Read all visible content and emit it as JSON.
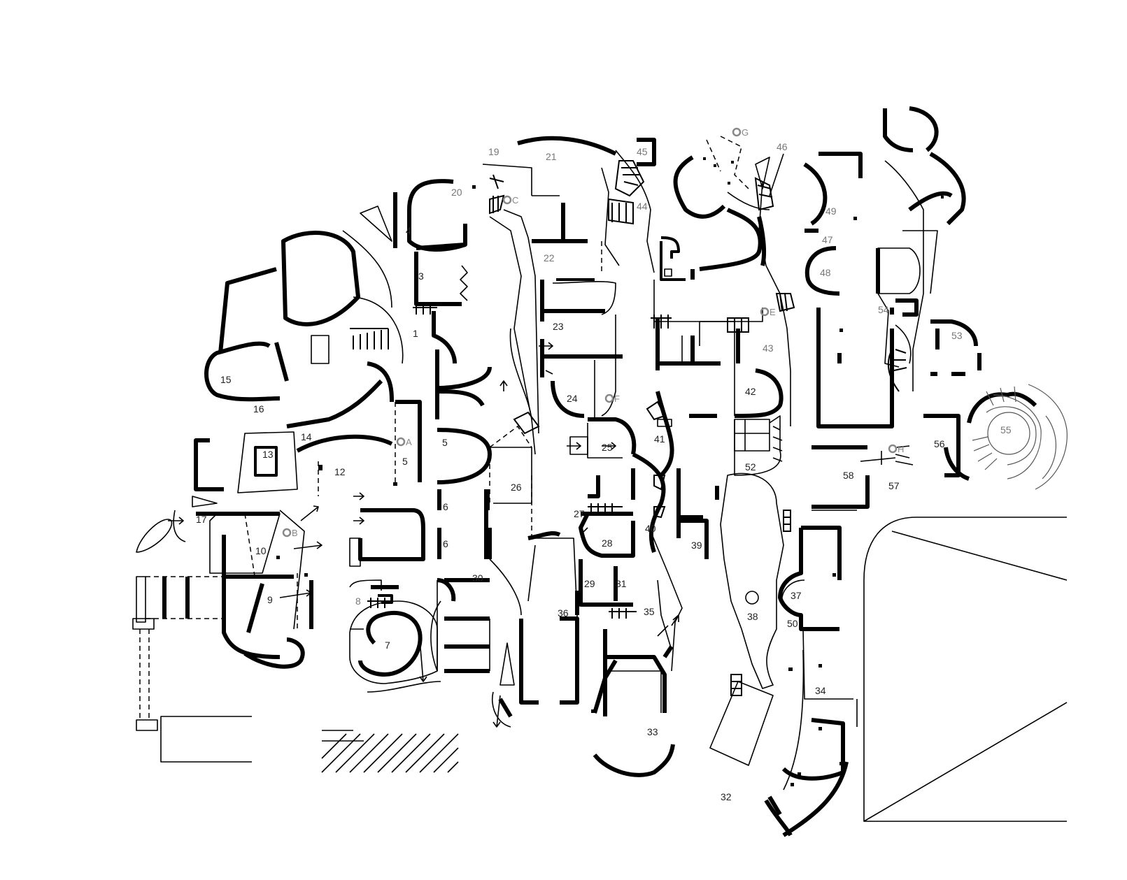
{
  "floor_plan": {
    "rooms": [
      {
        "id": "r1",
        "label": "1",
        "gray": false
      },
      {
        "id": "r3",
        "label": "3",
        "gray": false
      },
      {
        "id": "r4",
        "label": "4",
        "gray": false
      },
      {
        "id": "r5a",
        "label": "5",
        "gray": false
      },
      {
        "id": "r5b",
        "label": "5",
        "gray": false
      },
      {
        "id": "r6a",
        "label": "6",
        "gray": false
      },
      {
        "id": "r6b",
        "label": "6",
        "gray": false
      },
      {
        "id": "r7",
        "label": "7",
        "gray": false
      },
      {
        "id": "r8",
        "label": "8",
        "gray": true
      },
      {
        "id": "r9",
        "label": "9",
        "gray": false
      },
      {
        "id": "r10",
        "label": "10",
        "gray": false
      },
      {
        "id": "r12",
        "label": "12",
        "gray": false
      },
      {
        "id": "r13",
        "label": "13",
        "gray": false
      },
      {
        "id": "r14",
        "label": "14",
        "gray": false
      },
      {
        "id": "r15",
        "label": "15",
        "gray": false
      },
      {
        "id": "r16",
        "label": "16",
        "gray": false
      },
      {
        "id": "r17",
        "label": "17",
        "gray": false
      },
      {
        "id": "r19",
        "label": "19",
        "gray": true
      },
      {
        "id": "r20",
        "label": "20",
        "gray": true
      },
      {
        "id": "r21",
        "label": "21",
        "gray": true
      },
      {
        "id": "r22",
        "label": "22",
        "gray": true
      },
      {
        "id": "r23",
        "label": "23",
        "gray": false
      },
      {
        "id": "r24",
        "label": "24",
        "gray": false
      },
      {
        "id": "r25",
        "label": "25",
        "gray": false
      },
      {
        "id": "r26",
        "label": "26",
        "gray": false
      },
      {
        "id": "r27",
        "label": "27",
        "gray": false
      },
      {
        "id": "r28",
        "label": "28",
        "gray": false
      },
      {
        "id": "r29",
        "label": "29",
        "gray": false
      },
      {
        "id": "r30",
        "label": "30",
        "gray": false
      },
      {
        "id": "r31",
        "label": "31",
        "gray": false
      },
      {
        "id": "r32",
        "label": "32",
        "gray": false
      },
      {
        "id": "r33",
        "label": "33",
        "gray": false
      },
      {
        "id": "r34",
        "label": "34",
        "gray": false
      },
      {
        "id": "r35",
        "label": "35",
        "gray": false
      },
      {
        "id": "r36",
        "label": "36",
        "gray": false
      },
      {
        "id": "r37",
        "label": "37",
        "gray": false
      },
      {
        "id": "r38",
        "label": "38",
        "gray": false
      },
      {
        "id": "r39",
        "label": "39",
        "gray": false
      },
      {
        "id": "r40",
        "label": "40",
        "gray": false
      },
      {
        "id": "r41",
        "label": "41",
        "gray": false
      },
      {
        "id": "r42",
        "label": "42",
        "gray": false
      },
      {
        "id": "r43",
        "label": "43",
        "gray": true
      },
      {
        "id": "r44",
        "label": "44",
        "gray": true
      },
      {
        "id": "r45",
        "label": "45",
        "gray": true
      },
      {
        "id": "r46",
        "label": "46",
        "gray": true
      },
      {
        "id": "r47",
        "label": "47",
        "gray": true
      },
      {
        "id": "r48",
        "label": "48",
        "gray": true
      },
      {
        "id": "r49",
        "label": "49",
        "gray": true
      },
      {
        "id": "r50",
        "label": "50",
        "gray": false
      },
      {
        "id": "r52",
        "label": "52",
        "gray": false
      },
      {
        "id": "r53",
        "label": "53",
        "gray": true
      },
      {
        "id": "r54",
        "label": "54",
        "gray": true
      },
      {
        "id": "r55",
        "label": "55",
        "gray": true
      },
      {
        "id": "r56",
        "label": "56",
        "gray": false
      },
      {
        "id": "r57",
        "label": "57",
        "gray": false
      },
      {
        "id": "r58",
        "label": "58",
        "gray": false
      }
    ],
    "markers": [
      {
        "id": "mA",
        "letter": "A"
      },
      {
        "id": "mB",
        "letter": "B"
      },
      {
        "id": "mC",
        "letter": "C"
      },
      {
        "id": "mE",
        "letter": "E"
      },
      {
        "id": "mF",
        "letter": "F"
      },
      {
        "id": "mG",
        "letter": "G"
      },
      {
        "id": "mH",
        "letter": "H"
      }
    ]
  }
}
